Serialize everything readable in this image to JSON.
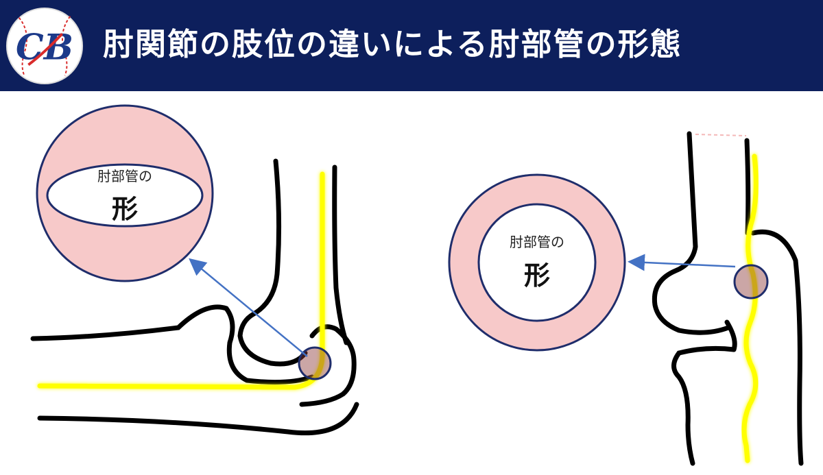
{
  "header": {
    "title": "肘関節の肢位の違いによる肘部管の形態",
    "logo_text": "CB",
    "background_color": "#0d1f5c"
  },
  "flexion_view": {
    "label_small": "肘部管の",
    "label_big": "形"
  },
  "extension_view": {
    "label_small": "肘部管の",
    "label_big": "形"
  },
  "colors": {
    "tunnel_fill": "#f7c9c9",
    "nerve": "#ffff00",
    "arrow": "#4472c4",
    "outline": "#1f2d6b"
  }
}
